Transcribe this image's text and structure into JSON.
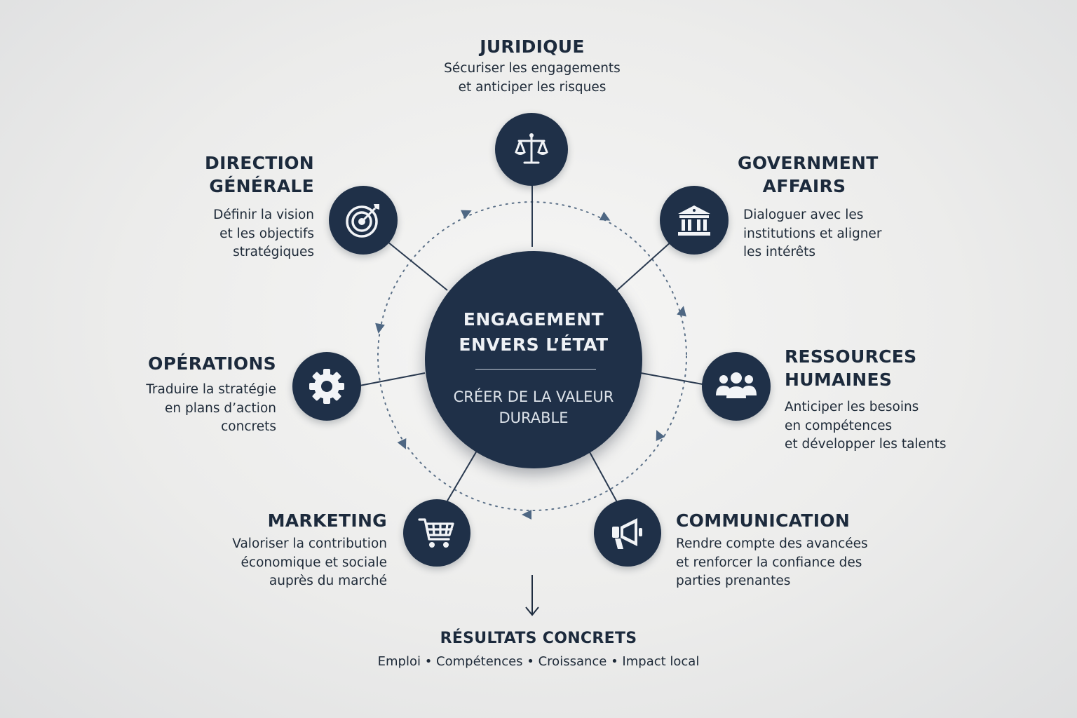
{
  "center": {
    "title_line1": "ENGAGEMENT",
    "title_line2": "ENVERS L’ÉTAT",
    "subtitle_line1": "CRÉER DE LA VALEUR",
    "subtitle_line2": "DURABLE"
  },
  "nodes": {
    "juridique": {
      "title": "JURIDIQUE",
      "desc_lines": [
        "Sécuriser les engagements",
        "et anticiper les risques"
      ],
      "icon": "scales-icon"
    },
    "direction": {
      "title_lines": [
        "DIRECTION",
        "GÉNÉRALE"
      ],
      "desc_lines": [
        "Définir la vision",
        "et les objectifs",
        "stratégiques"
      ],
      "icon": "target-icon"
    },
    "government": {
      "title_lines": [
        "GOVERNMENT",
        "AFFAIRS"
      ],
      "desc_lines": [
        "Dialoguer avec les",
        "institutions et aligner",
        "les intérêts"
      ],
      "icon": "institution-icon"
    },
    "operations": {
      "title": "OPÉRATIONS",
      "desc_lines": [
        "Traduire la stratégie",
        "en plans d’action",
        "concrets"
      ],
      "icon": "gear-icon"
    },
    "rh": {
      "title_lines": [
        "RESSOURCES",
        "HUMAINES"
      ],
      "desc_lines": [
        "Anticiper les besoins",
        "en compétences",
        "et développer les talents"
      ],
      "icon": "people-icon"
    },
    "marketing": {
      "title": "MARKETING",
      "desc_lines": [
        "Valoriser la contribution",
        "économique et sociale",
        "auprès du marché"
      ],
      "icon": "cart-icon"
    },
    "communication": {
      "title": "COMMUNICATION",
      "desc_lines": [
        "Rendre compte des avancées",
        "et renforcer la confiance des",
        "parties prenantes"
      ],
      "icon": "megaphone-icon"
    }
  },
  "results": {
    "title": "RÉSULTATS CONCRETS",
    "line": "Emploi • Compétences • Croissance • Impact local"
  },
  "colors": {
    "node_fill": "#1f3048",
    "text_dark": "#1c2a3c",
    "connector": "#2a3a50",
    "cycle_dots": "#5b7088",
    "arrow": "#4e6783"
  }
}
